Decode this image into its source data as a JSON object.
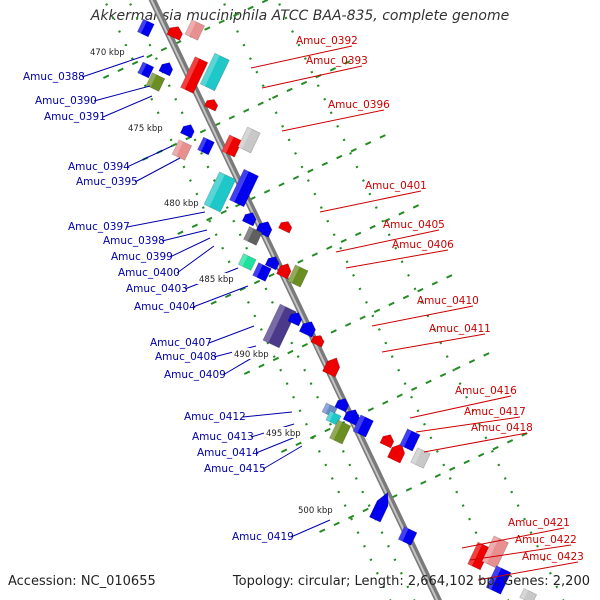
{
  "title": "Akkermansia muciniphila ATCC BAA-835, complete genome",
  "accession": "Accession: NC_010655",
  "topology": "Topology: circular; Length: 2,664,102 bp; Genes: 2,200",
  "colors": {
    "forward_label": "#cc0000",
    "reverse_label": "#0000aa",
    "backbone": "#999999",
    "tick": "#228b22",
    "gene_blue": "#0000ee",
    "gene_red": "#ee0000",
    "gene_cyan": "#1ec8c8",
    "gene_olive": "#6b8e23",
    "gene_pink": "#e89090",
    "gene_grey": "#c8c8c8",
    "gene_darkgrey": "#606060",
    "gene_purple": "#4b3a8a",
    "gene_green": "#20e0a0",
    "gene_steel": "#6a8ac8"
  },
  "scale_labels": [
    "470 kbp",
    "475 kbp",
    "480 kbp",
    "485 kbp",
    "490 kbp",
    "495 kbp",
    "500 kbp"
  ],
  "forward_genes": [
    "Amuc_0392",
    "Amuc_0393",
    "Amuc_0396",
    "Amuc_0401",
    "Amuc_0405",
    "Amuc_0406",
    "Amuc_0410",
    "Amuc_0411",
    "Amuc_0416",
    "Amuc_0417",
    "Amuc_0418",
    "Amuc_0421",
    "Amuc_0422",
    "Amuc_0423"
  ],
  "reverse_genes": [
    "Amuc_0388",
    "Amuc_0390",
    "Amuc_0391",
    "Amuc_0394",
    "Amuc_0395",
    "Amuc_0397",
    "Amuc_0398",
    "Amuc_0399",
    "Amuc_0400",
    "Amuc_0403",
    "Amuc_0404",
    "Amuc_0407",
    "Amuc_0408",
    "Amuc_0409",
    "Amuc_0412",
    "Amuc_0413",
    "Amuc_0414",
    "Amuc_0415",
    "Amuc_0419"
  ]
}
